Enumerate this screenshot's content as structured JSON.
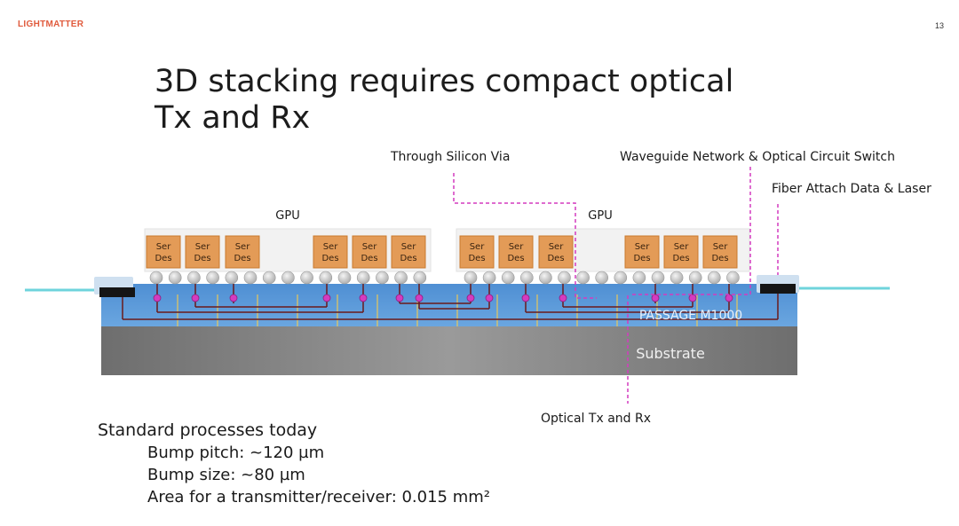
{
  "header": {
    "logo_text": "LIGHTMATTER",
    "page_number": "13"
  },
  "title": {
    "line1": "3D stacking requires compact optical",
    "line2": "Tx and Rx"
  },
  "diagram": {
    "gpu_labels": [
      "GPU",
      "GPU"
    ],
    "serdes_top": "Ser",
    "serdes_bottom": "Des",
    "interposer_label": "PASSAGE M1000",
    "substrate_label": "Substrate",
    "callouts": {
      "tsv": "Through Silicon Via",
      "waveguide": "Waveguide Network & Optical Circuit Switch",
      "fiber": "Fiber Attach Data & Laser",
      "optical": "Optical Tx and Rx"
    },
    "colors": {
      "serdes_fill": "#e39b57",
      "serdes_border": "#c97a2e",
      "gpu_fill": "#f2f2f2",
      "interposer": "#5b9ad8",
      "substrate": "#808080",
      "trace": "#6b1a1a",
      "pad": "#d43bbf",
      "callout_line": "#d43bbf",
      "fiber": "#6fd4dc",
      "tsv": "#e8c75a"
    }
  },
  "notes": {
    "heading": "Standard processes today",
    "items": [
      "Bump pitch: ~120 µm",
      "Bump size: ~80 µm",
      "Area for a transmitter/receiver: 0.015 mm²"
    ]
  }
}
